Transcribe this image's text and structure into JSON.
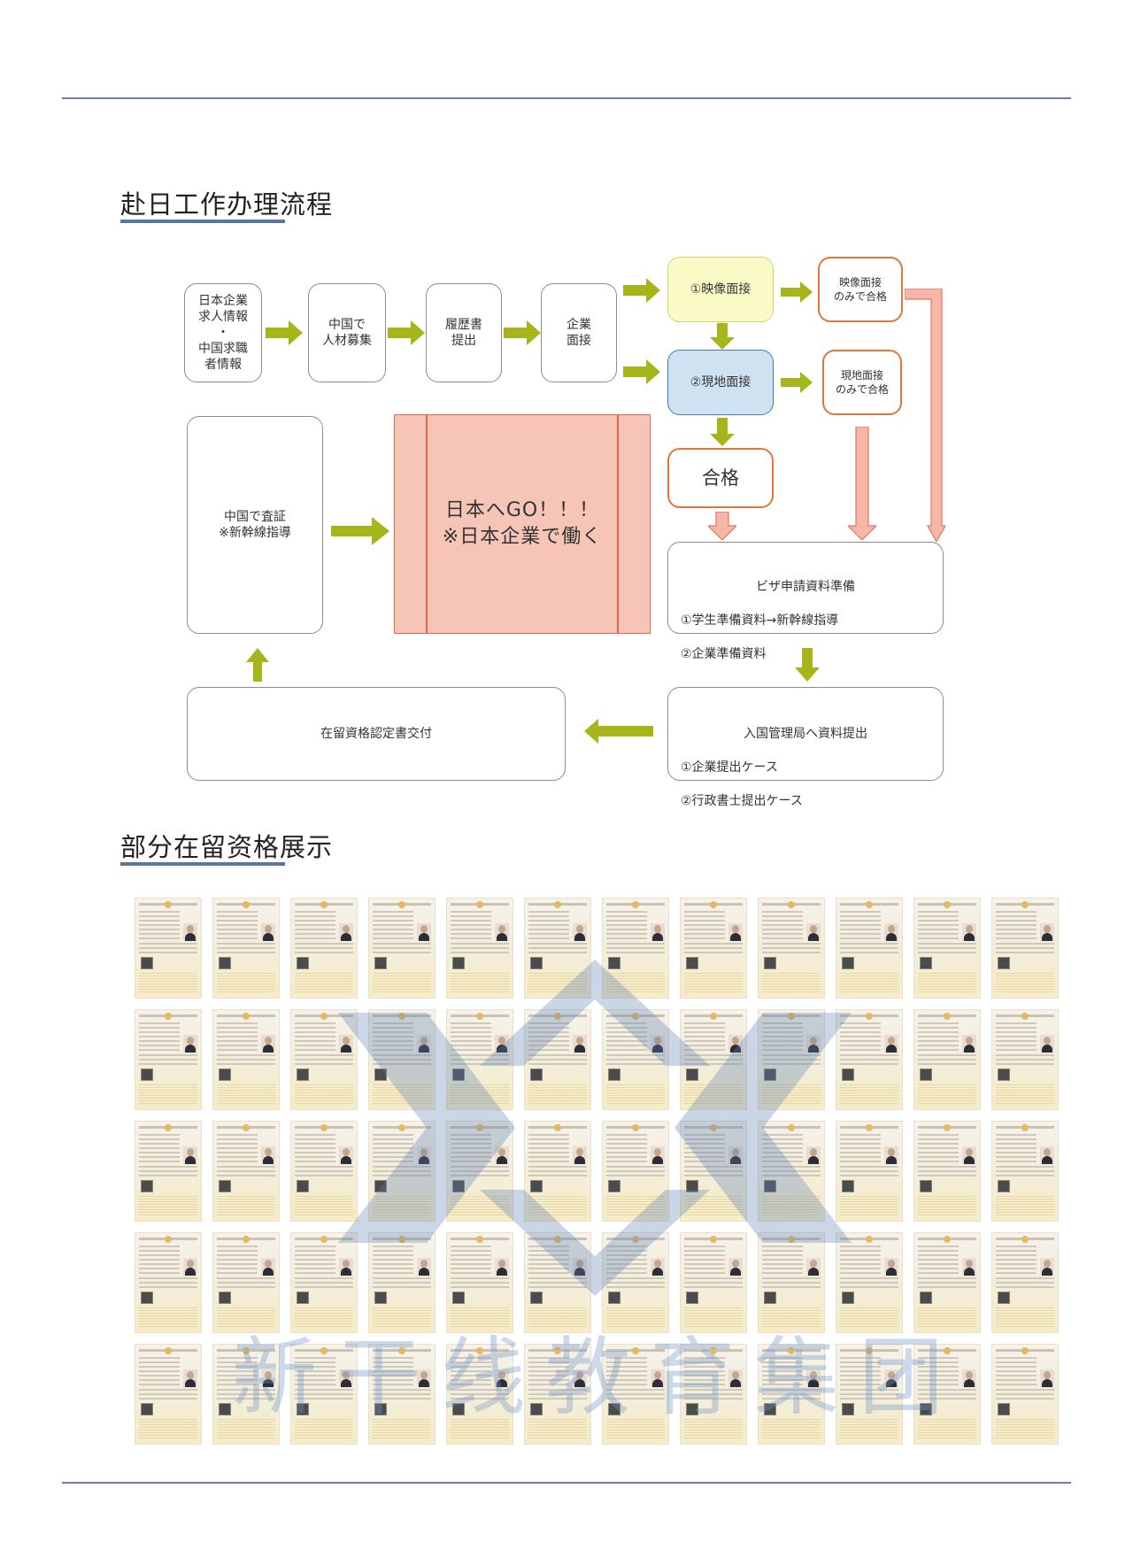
{
  "section1": {
    "title": "赴日工作办理流程"
  },
  "section2": {
    "title": "部分在留资格展示"
  },
  "flow": {
    "job_info": "日本企業\n求人情報\n・\n中国求職\n者情報",
    "recruit": "中国で\n人材募集",
    "resume": "履歴書\n提出",
    "interview": "企業\n面接",
    "video_interview": "①映像面接",
    "video_only": "映像面接\nのみで合格",
    "onsite_interview": "②現地面接",
    "onsite_only": "現地面接\nのみで合格",
    "pass": "合格",
    "visa_prep": "ビザ申請資料準備",
    "visa_prep_1": "①学生準備資料→新幹線指導",
    "visa_prep_2": "②企業準備資料",
    "immigration": "入国管理局へ資料提出",
    "immigration_1": "①企業提出ケース",
    "immigration_2": "②行政書士提出ケース",
    "coe": "在留資格認定書交付",
    "verify": "中国で査証\n※新幹線指導",
    "go_line1": "日本へGO！！！",
    "go_line2": "※日本企業で働く"
  },
  "gallery": {
    "rows": 5,
    "cols": 12
  },
  "watermark": {
    "text": "新干线教育集团"
  },
  "colors": {
    "accent": "#5b74a0",
    "arrow_green": "#a6b51a",
    "arrow_pink": "#f4a59a",
    "orange_border": "#e2773a"
  }
}
